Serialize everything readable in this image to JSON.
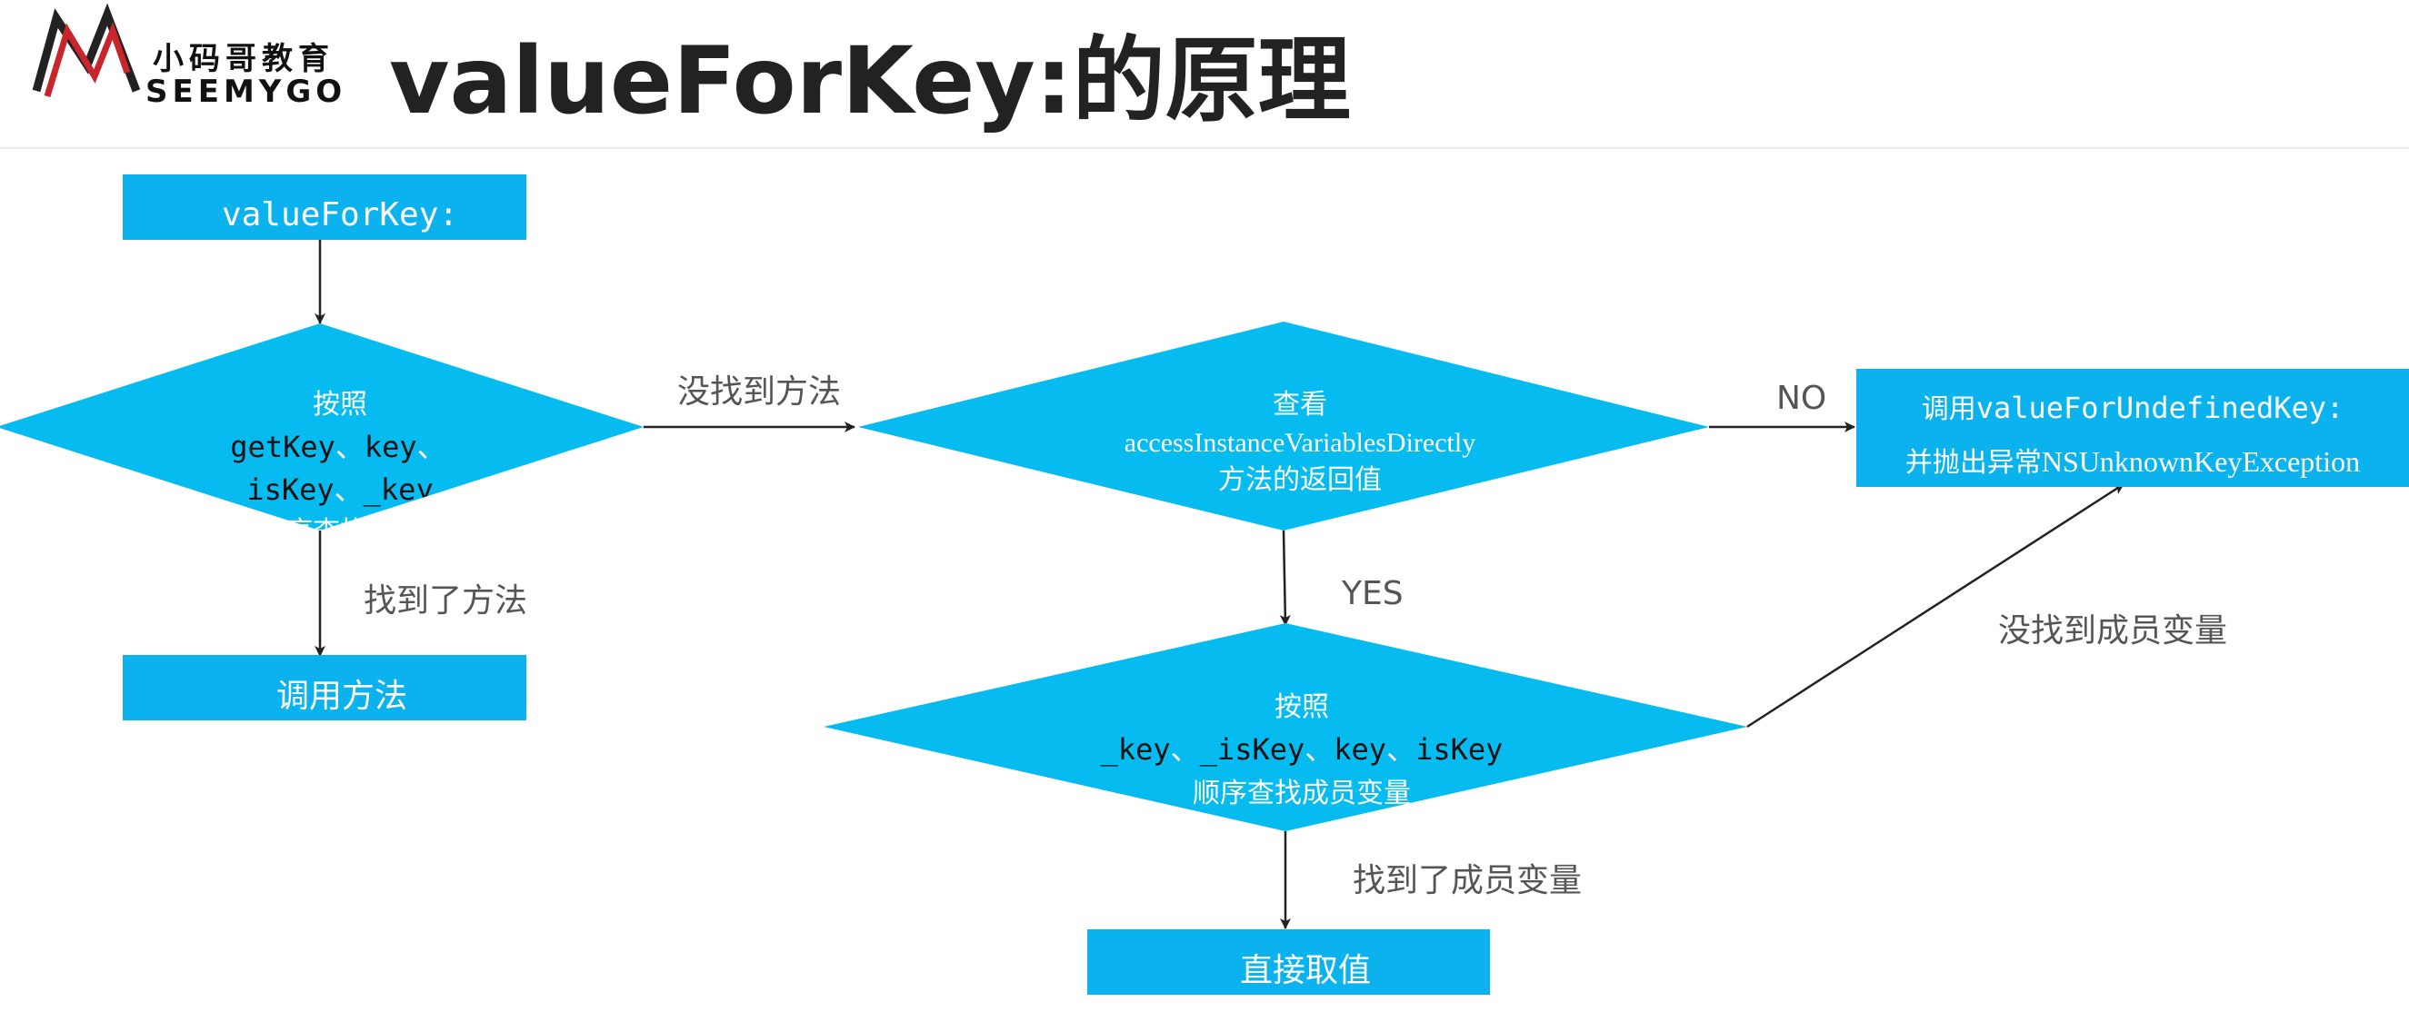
{
  "brand": {
    "name_cn": "小码哥教育",
    "name_en": "SEEMYGO"
  },
  "title": "valueForKey:的原理",
  "colors": {
    "node_fill": "#0BB2EE",
    "diamond_fill": "#05BBF0",
    "edge": "#222222",
    "logo_red": "#C8262C",
    "logo_dark": "#222222"
  },
  "nodes": {
    "start": "valueForKey:",
    "lookup_method": {
      "line1": "按照",
      "line2_a": "getKey",
      "sep1": "、",
      "line2_b": "key",
      "sep2": "、",
      "line3_a": "isKey",
      "sep3": "、",
      "line3_b": "_key",
      "line4": "顺序查找方法"
    },
    "call_method": "调用方法",
    "check_access": {
      "line1": "查看",
      "line2": "accessInstanceVariablesDirectly",
      "line3": "方法的返回值"
    },
    "undefined_key": {
      "line1_cn": "调用",
      "line1_code": "valueForUndefinedKey:",
      "line2_cn": "并抛出异常",
      "line2_code": "NSUnknownKeyException"
    },
    "lookup_ivar": {
      "line1": "按照",
      "k1": "_key",
      "s1": "、",
      "k2": "_isKey",
      "s2": "、",
      "k3": "key",
      "s3": "、",
      "k4": "isKey",
      "line3": "顺序查找成员变量"
    },
    "direct_value": "直接取值"
  },
  "edges": {
    "not_found_method": "没找到方法",
    "found_method": "找到了方法",
    "no": "NO",
    "yes": "YES",
    "not_found_ivar": "没找到成员变量",
    "found_ivar": "找到了成员变量"
  }
}
